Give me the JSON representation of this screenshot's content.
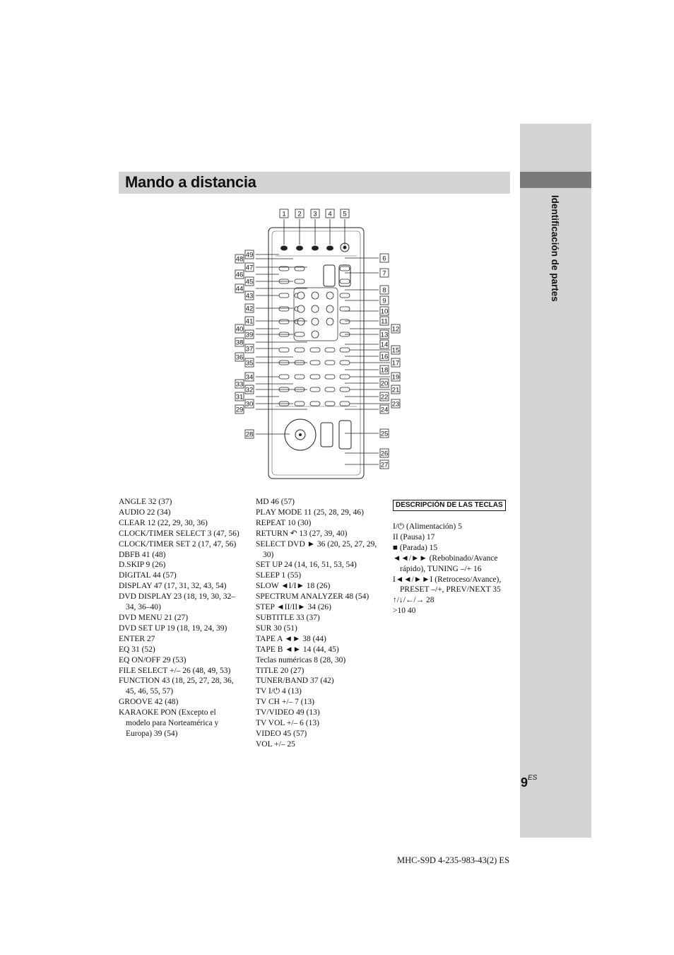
{
  "title": "Mando a distancia",
  "side_label": "Identificación de partes",
  "keys_heading": "DESCRIPCIÓN DE LAS TECLAS",
  "col1": [
    "ANGLE 32 (37)",
    "AUDIO 22 (34)",
    "CLEAR 12 (22, 29, 30, 36)",
    "CLOCK/TIMER SELECT 3 (47, 56)",
    "CLOCK/TIMER SET 2 (17, 47, 56)",
    "DBFB 41 (48)",
    "D.SKIP 9 (26)",
    "DIGITAL 44 (57)",
    "DISPLAY 47 (17, 31, 32, 43, 54)",
    "DVD DISPLAY 23 (18, 19, 30, 32–34, 36–40)",
    "DVD MENU 21 (27)",
    "DVD SET UP 19 (18, 19, 24, 39)",
    "ENTER 27",
    "EQ 31 (52)",
    "EQ ON/OFF 29 (53)",
    "FILE SELECT +/– 26 (48, 49, 53)",
    "FUNCTION 43 (18, 25, 27, 28, 36, 45, 46, 55, 57)",
    "GROOVE 42 (48)",
    "KARAOKE PON (Excepto el modelo para Norteamérica y Europa) 39 (54)"
  ],
  "col2": [
    "MD 46 (57)",
    "PLAY MODE 11 (25, 28, 29, 46)",
    "REPEAT 10 (30)",
    "RETURN ↶ 13 (27, 39, 40)",
    "SELECT DVD ► 36 (20, 25, 27, 29, 30)",
    "SET UP 24 (14, 16, 51, 53, 54)",
    "SLEEP 1 (55)",
    "SLOW ◄I/I► 18 (26)",
    "SPECTRUM ANALYZER 48 (54)",
    "STEP ◄II/II► 34 (26)",
    "SUBTITLE 33 (37)",
    "SUR 30 (51)",
    "TAPE A ◄► 38 (44)",
    "TAPE B ◄► 14 (44, 45)",
    "Teclas numéricas 8 (28, 30)",
    "TITLE 20 (27)",
    "TUNER/BAND 37 (42)",
    "TV I/⏻ 4 (13)",
    "TV CH +/– 7 (13)",
    "TV/VIDEO 49 (13)",
    "TV VOL +/– 6 (13)",
    "VIDEO 45 (57)",
    "VOL +/– 25"
  ],
  "col3": [
    "I/⏻ (Alimentación) 5",
    "II (Pausa) 17",
    "■ (Parada) 15",
    "◄◄/►► (Rebobinado/Avance rápido), TUNING –/+ 16",
    "I◄◄/►►I (Retroceso/Avance), PRESET –/+, PREV/NEXT 35",
    "↑/↓/←/→ 28",
    ">10 40"
  ],
  "diagram_left_labels": [
    "49",
    "48",
    "47",
    "46",
    "45",
    "44",
    "43",
    "42",
    "41",
    "40",
    "39",
    "38",
    "37",
    "36",
    "35",
    "34",
    "33",
    "32",
    "31",
    "30",
    "29",
    "28"
  ],
  "diagram_top_labels": [
    "1",
    "2",
    "3",
    "4",
    "5"
  ],
  "diagram_right_outer": [
    "6",
    "7",
    "8",
    "9",
    "10",
    "11",
    "13",
    "14",
    "16",
    "18",
    "20",
    "22",
    "24",
    "25",
    "26",
    "27"
  ],
  "diagram_right_inner": [
    "12",
    "15",
    "17",
    "19",
    "21",
    "23"
  ],
  "page_number": "9",
  "page_suffix": "ES",
  "footer": "MHC-S9D   4-235-983-43(2) ES"
}
